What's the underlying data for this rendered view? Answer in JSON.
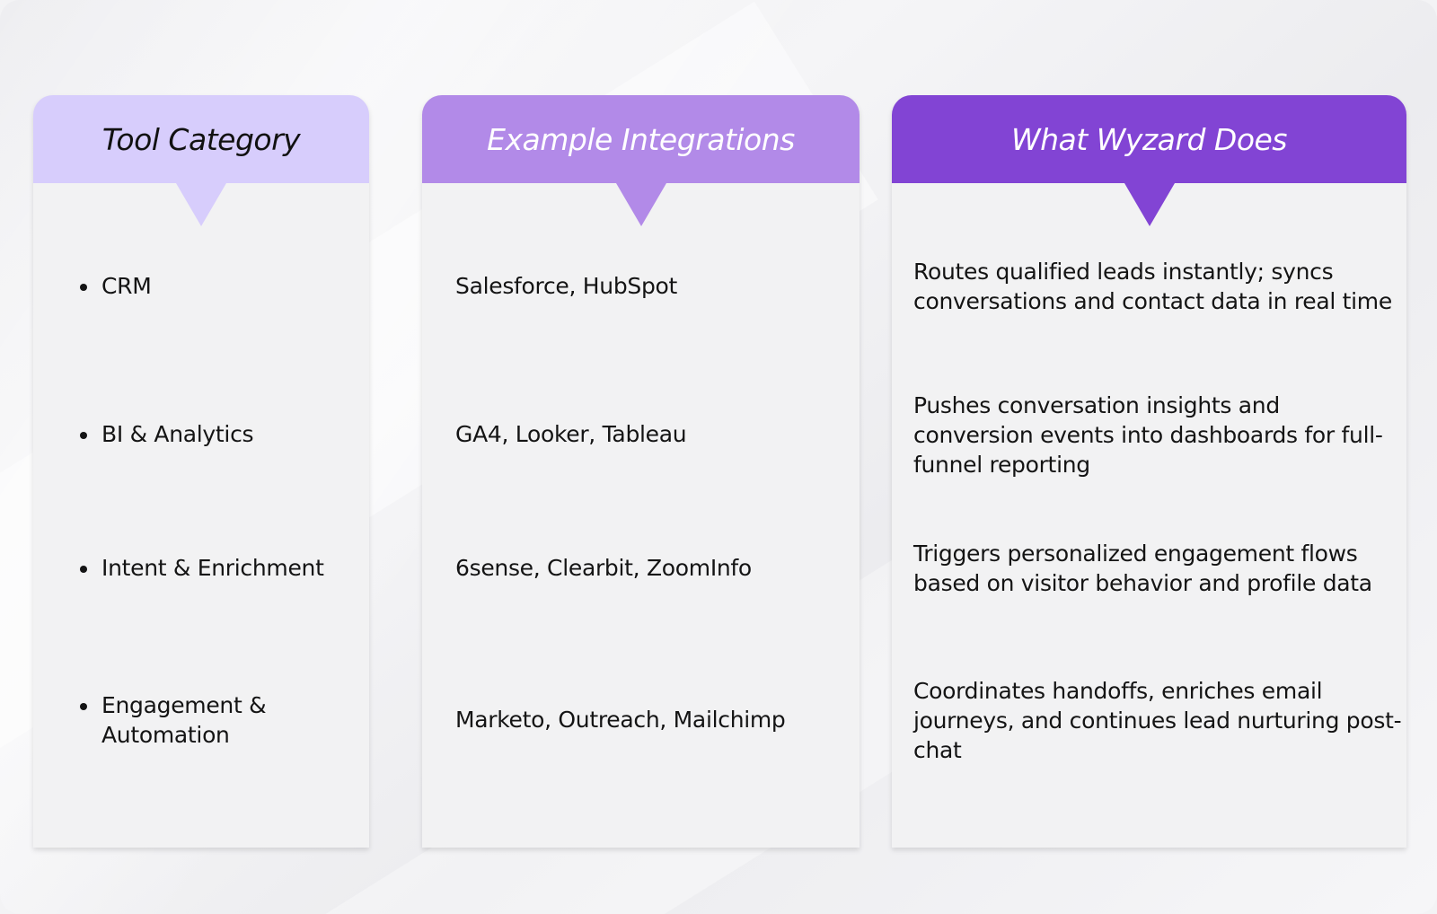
{
  "columns": {
    "category": {
      "title": "Tool Category"
    },
    "examples": {
      "title": "Example Integrations"
    },
    "wyzard": {
      "title": "What Wyzard Does"
    }
  },
  "rows": [
    {
      "category": "CRM",
      "examples": "Salesforce, HubSpot",
      "wyzard": "Routes qualified leads instantly; syncs conversations and contact data in real time"
    },
    {
      "category": "BI & Analytics",
      "examples": "GA4, Looker, Tableau",
      "wyzard": "Pushes conversation insights and conversion events into dashboards for full-funnel reporting"
    },
    {
      "category": "Intent & Enrichment",
      "examples": "6sense, Clearbit, ZoomInfo",
      "wyzard": "Triggers personalized engagement flows based on visitor behavior and profile data"
    },
    {
      "category": "Engagement & Automation",
      "examples": "Marketo, Outreach, Mailchimp",
      "wyzard": "Coordinates handoffs, enriches email journeys, and continues lead nurturing post-chat"
    }
  ],
  "colors": {
    "category_header": "#d7cdfc",
    "examples_header": "#b28ae8",
    "wyzard_header": "#8244d4",
    "column_body": "#f2f2f3"
  }
}
